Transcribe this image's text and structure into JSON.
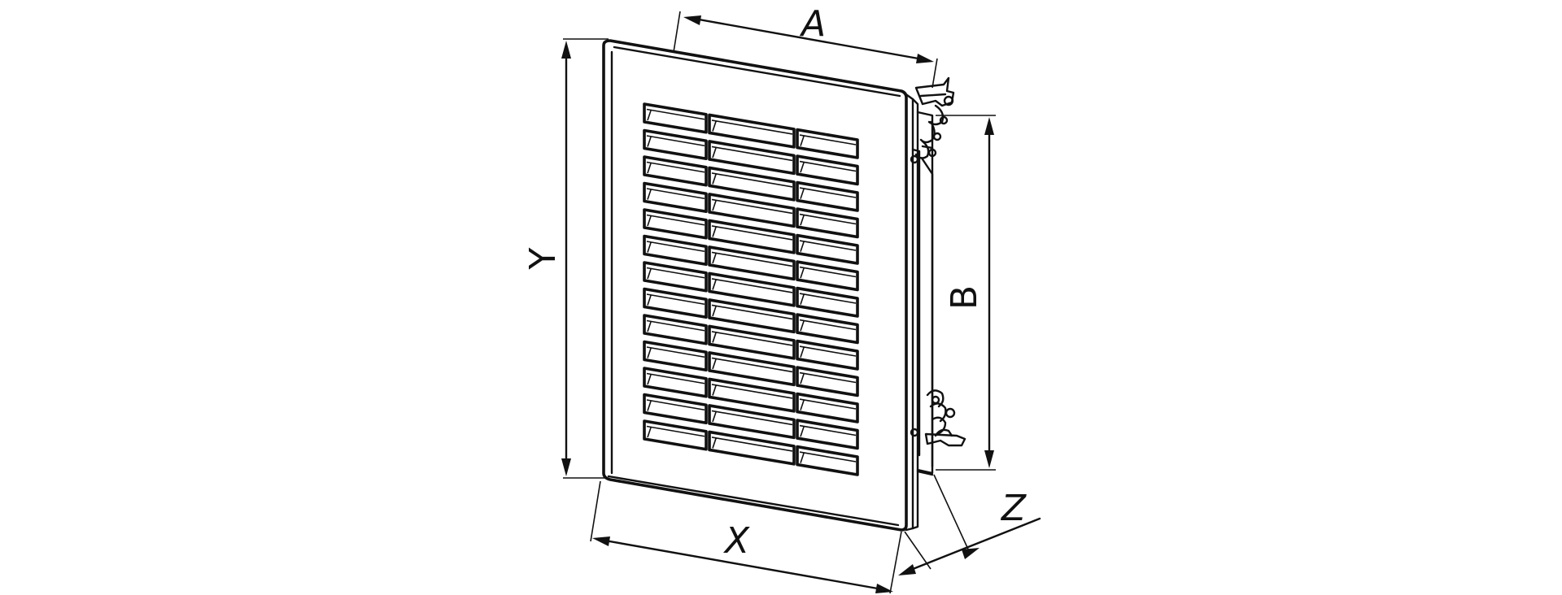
{
  "dimensions": {
    "a": "A",
    "b": "B",
    "x": "X",
    "y": "Y",
    "z": "Z"
  },
  "slat_grid": {
    "rows": 13,
    "columns": 3
  },
  "colors": {
    "line": "#111111",
    "background": "#ffffff"
  }
}
